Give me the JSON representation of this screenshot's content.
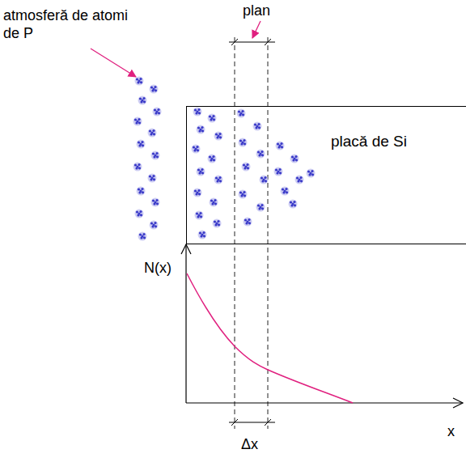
{
  "diagram": {
    "nodes": [
      {
        "text": [
          "placă de Si"
        ]
      }
    ],
    "labels": [
      "plan",
      "atmosferă de atomi de P",
      "N(x)",
      "x",
      "Δx"
    ]
  }
}
